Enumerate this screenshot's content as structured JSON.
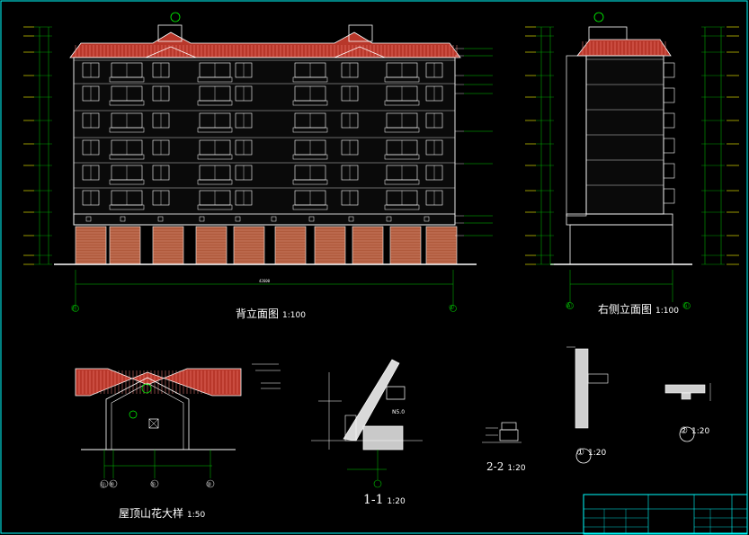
{
  "drawings": {
    "rear_elevation": {
      "title": "背立面图",
      "scale": "1:100",
      "axis_left": "⑪",
      "axis_right": "①"
    },
    "right_elevation": {
      "title": "右侧立面图",
      "scale": "1:100",
      "axis_left": "Ⓐ",
      "axis_right": "Ⓖ"
    },
    "gable_detail": {
      "title": "屋顶山花大样",
      "scale": "1:50",
      "axes": [
        "⑪",
        "⑨",
        "⑤",
        "③"
      ]
    },
    "section_1": {
      "title": "1-1",
      "scale": "1:20"
    },
    "section_2": {
      "title": "2-2",
      "scale": "1:20"
    },
    "detail_1": {
      "title": "①",
      "scale": "1:20"
    },
    "detail_2": {
      "title": "②",
      "scale": "1:20"
    }
  },
  "colors": {
    "background": "#000000",
    "line_white": "#ffffff",
    "roof_red": "#c0392b",
    "dim_green": "#00c800",
    "text_yellow": "#ffff00",
    "frame_cyan": "#00ffff",
    "garage_brown": "#b05a3c",
    "magenta": "#ff00ff"
  }
}
